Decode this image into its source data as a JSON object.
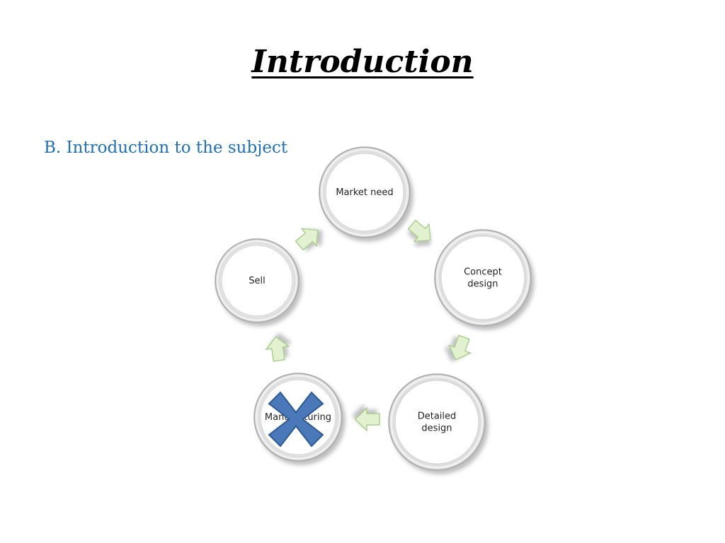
{
  "slide": {
    "title": "Introduction",
    "subtitle": "B. Introduction to the subject"
  },
  "cycle": {
    "nodes": [
      {
        "label_lines": [
          "Market need"
        ]
      },
      {
        "label_lines": [
          "Concept",
          "design"
        ]
      },
      {
        "label_lines": [
          "Detailed",
          "design"
        ]
      },
      {
        "label_lines": [
          "Manufacturing"
        ]
      },
      {
        "label_lines": [
          "Sell"
        ]
      }
    ],
    "arrow_color": "#e2f2d0",
    "arrow_stroke": "#9ec57f",
    "cross_mark": {
      "node_index": 3,
      "icon": "x-cross-icon",
      "color": "#4a78b8"
    }
  }
}
